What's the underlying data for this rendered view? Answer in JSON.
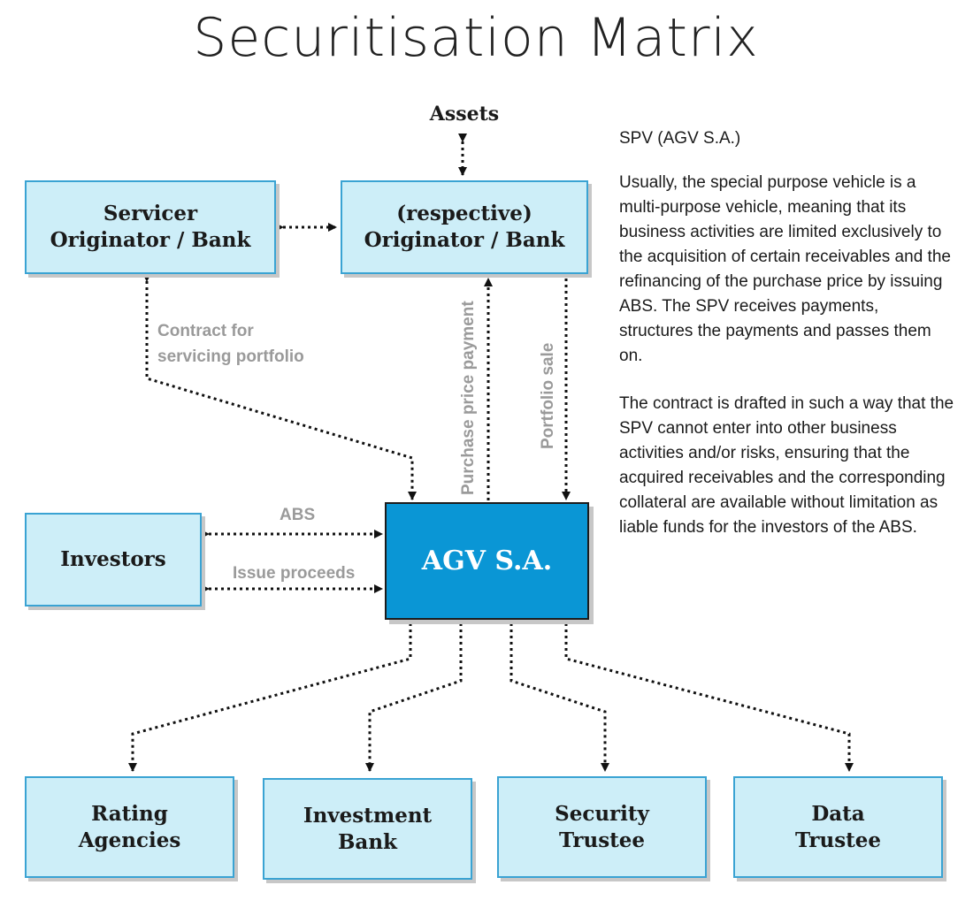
{
  "title": "Securitisation Matrix",
  "assets_label": "Assets",
  "boxes": {
    "servicer": [
      "Servicer",
      "Originator / Bank"
    ],
    "originator": [
      "(respective)",
      "Originator / Bank"
    ],
    "investors": [
      "Investors"
    ],
    "spv": [
      "AGV S.A."
    ],
    "rating": [
      "Rating",
      "Agencies"
    ],
    "investment_bank": [
      "Investment",
      "Bank"
    ],
    "security_trustee": [
      "Security",
      "Trustee"
    ],
    "data_trustee": [
      "Data",
      "Trustee"
    ]
  },
  "edge_labels": {
    "servicing": [
      "Contract for",
      "servicing portfolio"
    ],
    "purchase_price": "Purchase price payment",
    "portfolio_sale": "Portfolio sale",
    "abs": "ABS",
    "issue_proceeds": "Issue proceeds"
  },
  "sidebar": {
    "heading": "SPV (AGV S.A.)",
    "paragraph1": "Usually, the special purpose vehicle is a multi-purpose vehicle, meaning that its business activities are limited exclusively to the acquisition of certain receivables and the refinancing of the purchase price by issuing ABS. The SPV receives payments, structures the payments and passes them on.",
    "paragraph2": "The contract is drafted in such a way that the SPV cannot enter into other business activities and/or risks, ensuring that the acquired receivables and the corresponding collateral are available without limitation as liable funds for the investors of the ABS."
  },
  "colors": {
    "box_fill": "#cdeef8",
    "box_border": "#3aa3d3",
    "spv_fill": "#0a96d5",
    "connector": "#111111",
    "edge_label": "#9a9a9a"
  }
}
